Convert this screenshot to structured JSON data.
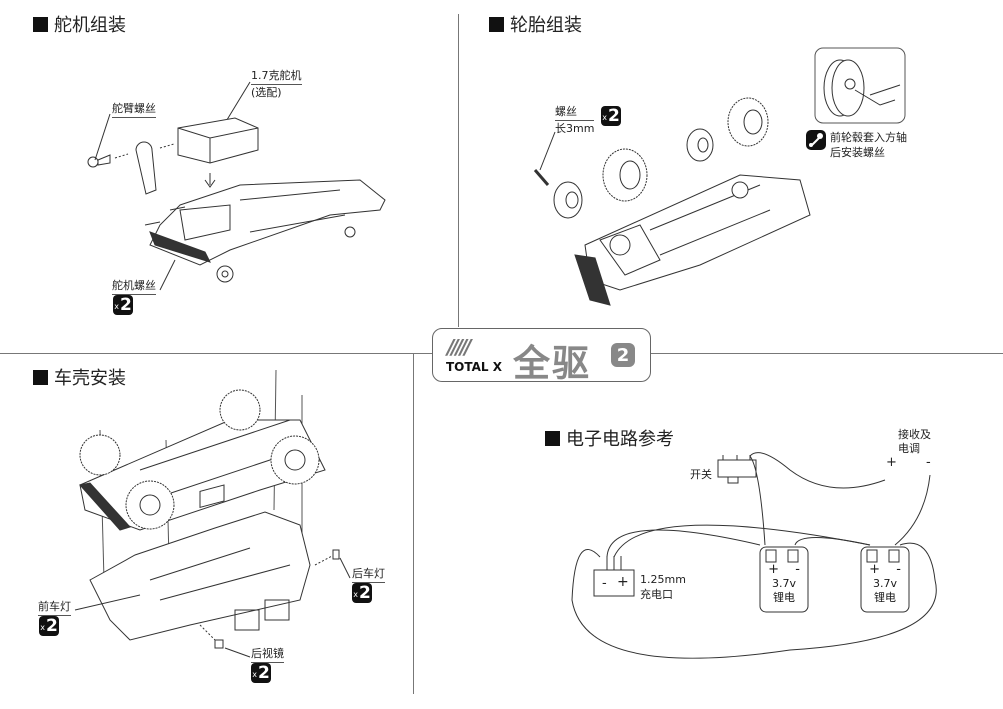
{
  "brand": {
    "stripes": "/////",
    "name_en": "TOTAL X",
    "name_cn": "全驱",
    "version": "2"
  },
  "sections": {
    "servo": {
      "title": "舵机组装",
      "servo_label_line1": "1.7克舵机",
      "servo_label_line2": "(选配)",
      "horn_screw_label": "舵臂螺丝",
      "servo_screw_label": "舵机螺丝",
      "servo_screw_qty_prefix": "x",
      "servo_screw_qty": "2"
    },
    "tires": {
      "title": "轮胎组装",
      "screw_label_line1": "螺丝",
      "screw_label_line2": "长3mm",
      "screw_qty_prefix": "x",
      "screw_qty": "2",
      "note_line1": "前轮毂套入方轴",
      "note_line2": "后安装螺丝"
    },
    "shell": {
      "title": "车壳安装",
      "rear_light_label": "后车灯",
      "rear_light_qty": "2",
      "front_light_label": "前车灯",
      "front_light_qty": "2",
      "mirror_label": "后视镜",
      "mirror_qty": "2",
      "qty_prefix": "x"
    },
    "circuit": {
      "title": "电子电路参考",
      "switch_label": "开关",
      "receiver_label_line1": "接收及",
      "receiver_label_line2": "电调",
      "receiver_plus": "+",
      "receiver_minus": "-",
      "charge_port_minus": "-",
      "charge_port_plus": "+",
      "charge_port_label_line1": "1.25mm",
      "charge_port_label_line2": "充电口",
      "batteries": [
        {
          "plus": "+",
          "minus": "-",
          "voltage": "3.7v",
          "type": "锂电"
        },
        {
          "plus": "+",
          "minus": "-",
          "voltage": "3.7v",
          "type": "锂电"
        }
      ]
    }
  }
}
